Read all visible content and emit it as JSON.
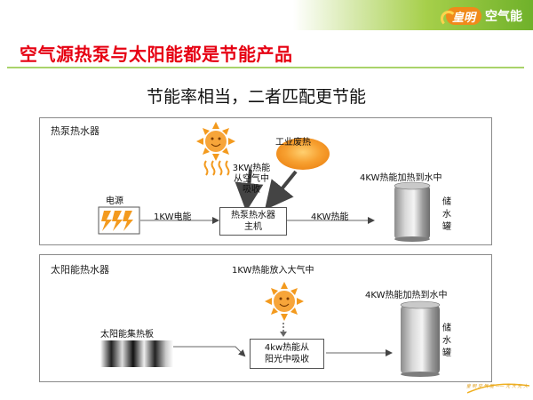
{
  "header": {
    "logo_brand": "皇明",
    "logo_text": "空气能",
    "brand_orange": "#f08a1a",
    "brand_green": "#6fb12a"
  },
  "title": "空气源热泵与太阳能都是节能产品",
  "subtitle": "节能率相当，二者匹配更节能",
  "colors": {
    "title_red": "#e60012",
    "divider_green": "#a9d36a",
    "sun_orange": "#f39a1e"
  },
  "heat_pump_panel": {
    "title": "热泵热水器",
    "industrial_waste_heat": "工业废热",
    "absorb_text": [
      "3KW热能",
      "从空气中",
      "吸收"
    ],
    "power_source": "电源",
    "power_input": "1KW电能",
    "unit": [
      "热泵热水器",
      "主机"
    ],
    "heat_output": "4KW热能",
    "tank_caption": "4KW热能加热到水中",
    "tank_label": [
      "储",
      "水",
      "罐"
    ]
  },
  "solar_panel": {
    "title": "太阳能热水器",
    "release_text": "1KW热能放入大气中",
    "collector": "太阳能集热板",
    "absorb_box": [
      "4kw热能从",
      "阳光中吸收"
    ],
    "tank_caption": "4KW热能加热到水中",
    "tank_label": [
      "储",
      "水",
      "罐"
    ]
  },
  "footer": {
    "slogan": "皇 明 空 气 能 —— 光 大 光 大"
  }
}
